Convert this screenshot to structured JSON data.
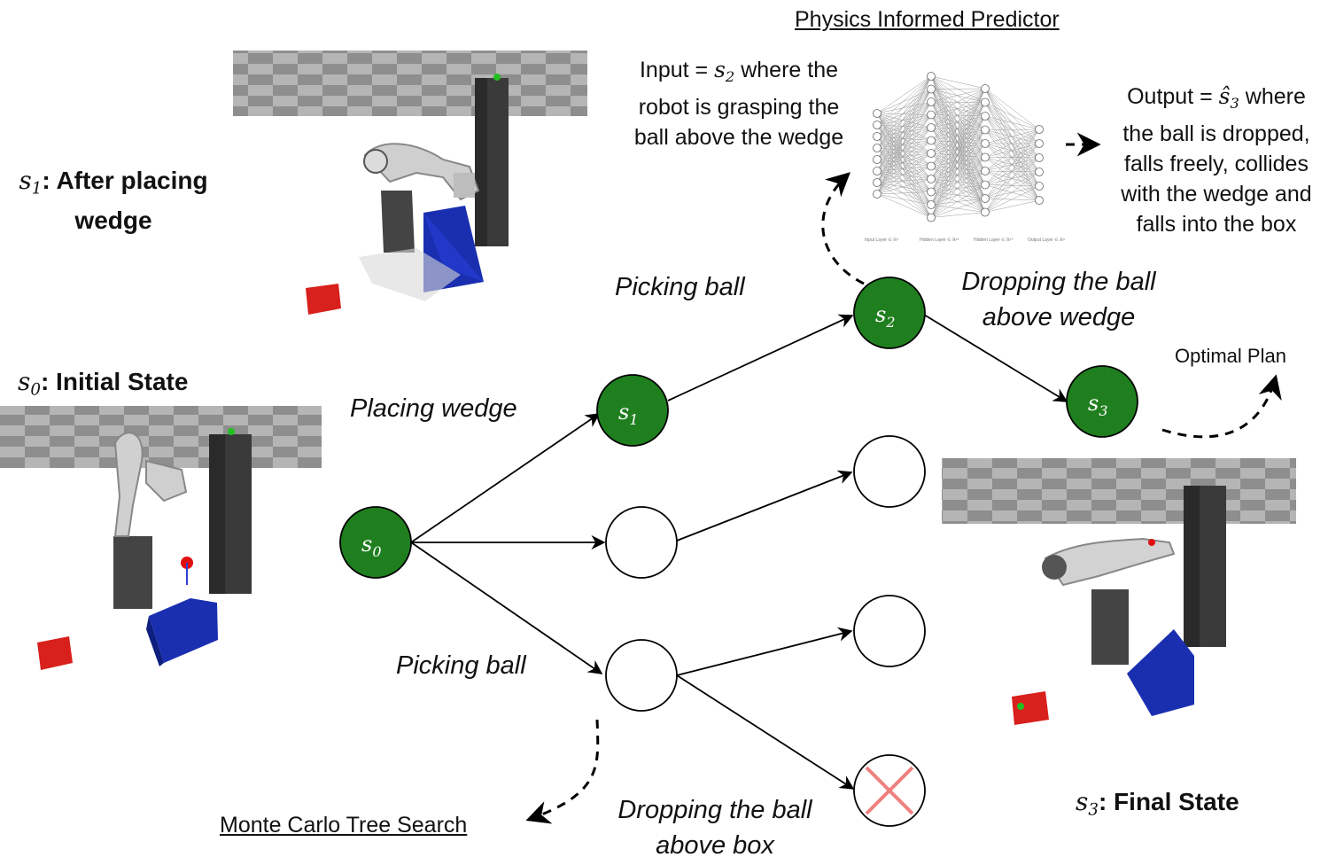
{
  "title": "Physics Informed Predictor",
  "footer_label": "Monte Carlo Tree Search",
  "optimal_plan": "Optimal Plan",
  "input_text": {
    "line1_prefix": "Input = ",
    "line1_var": "s",
    "line1_sub": "2",
    "line1_suffix": " where the",
    "line2": "robot is grasping the",
    "line3": "ball above the wedge"
  },
  "output_text": {
    "line1_prefix": "Output = ",
    "line1_var": "ŝ",
    "line1_sub": "3",
    "line1_suffix": " where",
    "line2": "the ball is dropped,",
    "line3": "falls freely, collides",
    "line4": "with the wedge and",
    "line5": "falls into the box"
  },
  "states": {
    "s1": {
      "var": "s",
      "sub": "1",
      "text": ": After placing",
      "text2": "wedge"
    },
    "s0": {
      "var": "s",
      "sub": "0",
      "text": ": Initial State"
    },
    "s3": {
      "var": "s",
      "sub": "3",
      "text": ": Final State"
    }
  },
  "edge_labels": {
    "placing_wedge": "Placing wedge",
    "picking_ball_top": "Picking ball",
    "picking_ball_bottom": "Picking ball",
    "dropping_above_wedge_1": "Dropping the ball",
    "dropping_above_wedge_2": "above wedge",
    "dropping_above_box_1": "Dropping the ball",
    "dropping_above_box_2": "above box"
  },
  "nodes": {
    "s0": {
      "label_var": "s",
      "label_sub": "0",
      "state": "explored"
    },
    "s1": {
      "label_var": "s",
      "label_sub": "1",
      "state": "explored"
    },
    "s2": {
      "label_var": "s",
      "label_sub": "2",
      "state": "explored"
    },
    "s3": {
      "label_var": "s",
      "label_sub": "3",
      "state": "explored"
    },
    "n_mid": {
      "state": "unexplored"
    },
    "n_low": {
      "state": "unexplored"
    },
    "n_r1": {
      "state": "unexplored"
    },
    "n_r2": {
      "state": "unexplored"
    },
    "n_fail": {
      "state": "failed"
    }
  },
  "nn_layer_labels": [
    "Input Layer ∈ ℝ⁸",
    "Hidden Layer ∈ ℝ¹²",
    "Hidden Layer ∈ ℝ¹⁰",
    "Output Layer ∈ ℝ⁶"
  ],
  "colors": {
    "node_green": "#1f7f1f",
    "cross_red": "#f08080",
    "wedge_blue": "#1a2fb0",
    "box_red": "#d8201c",
    "pillar_gray": "#3a3a3a"
  }
}
